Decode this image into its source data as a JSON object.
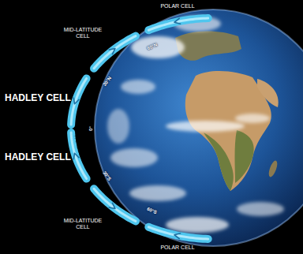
{
  "diagram": {
    "nodes": [
      {
        "text": [
          "POLAR CELL"
        ]
      },
      {
        "text": [
          "MID-LATITUDE CELL"
        ]
      },
      {
        "text": [
          "HADLEY CELL"
        ]
      },
      {
        "text": [
          "HADLEY CELL"
        ]
      },
      {
        "text": [
          "MID-LATITUDE CELL"
        ]
      },
      {
        "text": [
          "POLAR CELL"
        ]
      }
    ],
    "labels": [
      "60°N",
      "30°N",
      "0°",
      "30°S",
      "60°S"
    ]
  }
}
